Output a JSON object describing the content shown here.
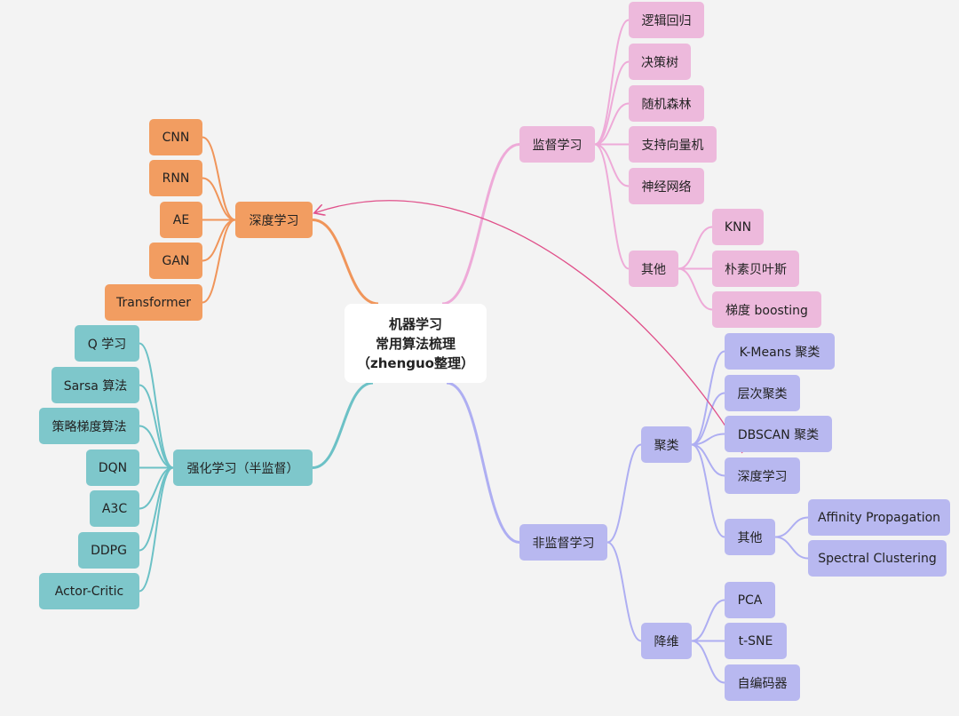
{
  "colors": {
    "background": "#f3f3f3",
    "root": "#ffffff",
    "deep": "#f29d61",
    "deep_line": "#f0955a",
    "reinforce": "#7ec7cb",
    "reinforce_line": "#6cc1c6",
    "supervised": "#edb9dc",
    "supervised_line": "#eeaad8",
    "unsupervised": "#b8b8f0",
    "unsupervised_line": "#aeaef2",
    "cross_link": "#e0508a"
  },
  "root": {
    "line1": "机器学习",
    "line2": "常用算法梳理",
    "line3": "（zhenguo整理）"
  },
  "deep_learning": {
    "label": "深度学习",
    "children": [
      "CNN",
      "RNN",
      "AE",
      "GAN",
      "Transformer"
    ]
  },
  "reinforcement": {
    "label": "强化学习（半监督）",
    "children": [
      "Q 学习",
      "Sarsa 算法",
      "策略梯度算法",
      "DQN",
      "A3C",
      "DDPG",
      "Actor-Critic"
    ]
  },
  "supervised": {
    "label": "监督学习",
    "children": [
      "逻辑回归",
      "决策树",
      "随机森林",
      "支持向量机",
      "神经网络"
    ],
    "other": {
      "label": "其他",
      "children": [
        "KNN",
        "朴素贝叶斯",
        "梯度 boosting"
      ]
    }
  },
  "unsupervised": {
    "label": "非监督学习",
    "clustering": {
      "label": "聚类",
      "children": [
        "K-Means 聚类",
        "层次聚类",
        "DBSCAN 聚类",
        "深度学习"
      ],
      "other": {
        "label": "其他",
        "children": [
          "Affinity Propagation",
          "Spectral Clustering"
        ]
      }
    },
    "reduction": {
      "label": "降维",
      "children": [
        "PCA",
        "t-SNE",
        "自编码器"
      ]
    }
  }
}
